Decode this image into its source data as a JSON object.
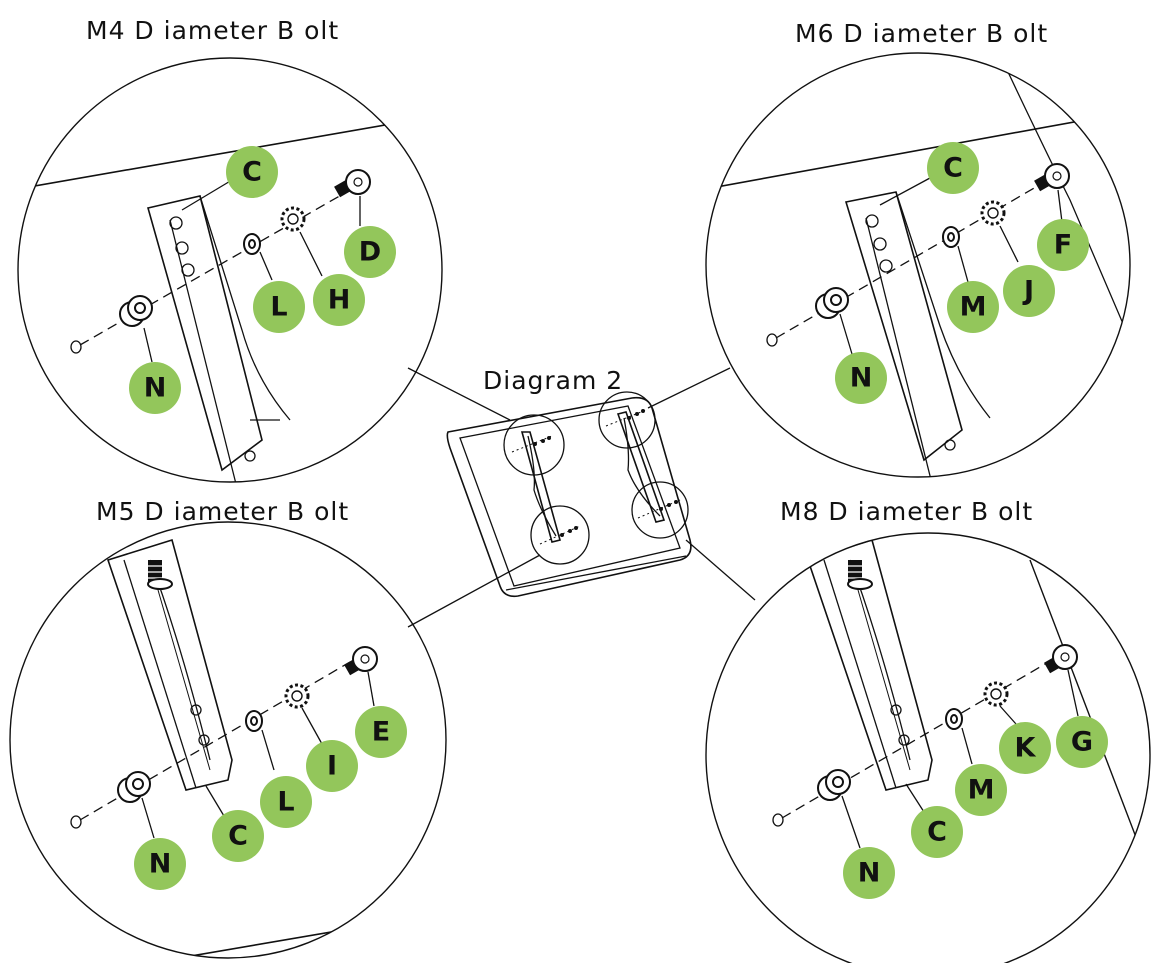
{
  "center": {
    "title": "Diagram 2"
  },
  "panels": [
    {
      "id": "tl",
      "title": "M4 D iameter B olt",
      "badges": [
        {
          "label": "C"
        },
        {
          "label": "D"
        },
        {
          "label": "L"
        },
        {
          "label": "H"
        },
        {
          "label": "N"
        }
      ]
    },
    {
      "id": "tr",
      "title": "M6 D iameter B olt",
      "badges": [
        {
          "label": "C"
        },
        {
          "label": "F"
        },
        {
          "label": "M"
        },
        {
          "label": "J"
        },
        {
          "label": "N"
        }
      ]
    },
    {
      "id": "bl",
      "title": "M5 D iameter B olt",
      "badges": [
        {
          "label": "E"
        },
        {
          "label": "I"
        },
        {
          "label": "L"
        },
        {
          "label": "C"
        },
        {
          "label": "N"
        }
      ]
    },
    {
      "id": "br",
      "title": "M8 D iameter B olt",
      "badges": [
        {
          "label": "G"
        },
        {
          "label": "K"
        },
        {
          "label": "M"
        },
        {
          "label": "C"
        },
        {
          "label": "N"
        }
      ]
    }
  ],
  "colors": {
    "badge_fill": "#93c65b",
    "line": "#111111",
    "background": "#ffffff"
  }
}
